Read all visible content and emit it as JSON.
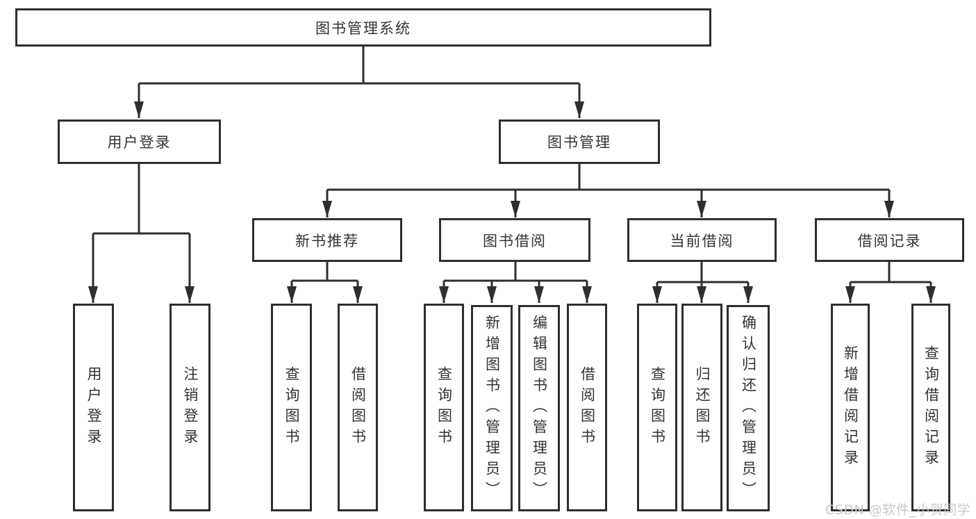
{
  "diagram": {
    "title": "图书管理系统",
    "root": {
      "label": "图书管理系统"
    },
    "user_branch": {
      "label": "用户登录",
      "children": [
        {
          "label": "用户登录"
        },
        {
          "label": "注销登录"
        }
      ]
    },
    "book_branch": {
      "label": "图书管理",
      "groups": [
        {
          "label": "新书推荐",
          "children": [
            {
              "label": "查询图书"
            },
            {
              "label": "借阅图书"
            }
          ]
        },
        {
          "label": "图书借阅",
          "children": [
            {
              "label": "查询图书"
            },
            {
              "label": "新增图书（管理员）"
            },
            {
              "label": "编辑图书（管理员）"
            },
            {
              "label": "借阅图书"
            }
          ]
        },
        {
          "label": "当前借阅",
          "children": [
            {
              "label": "查询图书"
            },
            {
              "label": "归还图书"
            },
            {
              "label": "确认归还（管理员）"
            }
          ]
        },
        {
          "label": "借阅记录",
          "children": [
            {
              "label": "新增借阅记录"
            },
            {
              "label": "查询借阅记录"
            }
          ]
        }
      ]
    }
  },
  "watermark": {
    "text": "CSDN @软件_小贺同学"
  },
  "colors": {
    "line": "#2e2e2e",
    "text": "#333333",
    "background": "#ffffff",
    "watermark": "#c9c9c9"
  }
}
